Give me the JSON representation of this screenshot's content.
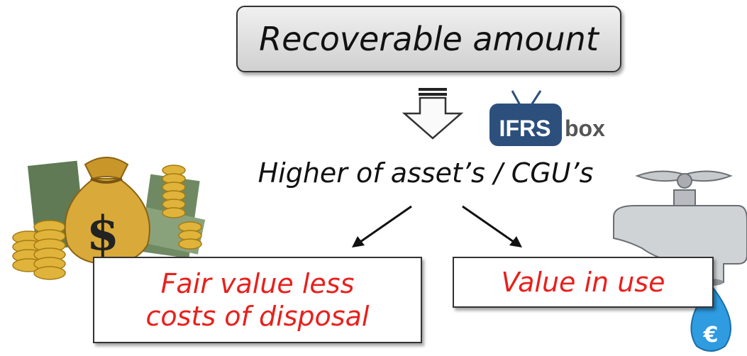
{
  "top_box": {
    "label": "Recoverable amount"
  },
  "middle": {
    "label": "Higher of asset’s / CGU’s"
  },
  "left_box": {
    "line1": "Fair value less",
    "line2": "costs of disposal"
  },
  "right_box": {
    "label": "Value in use"
  },
  "logo": {
    "brand": "IFRS",
    "suffix": "box"
  },
  "colors": {
    "accent_red": "#e8201c",
    "logo_blue": "#2d4f7c",
    "logo_gray": "#555555"
  },
  "icons": [
    "money-bag-icon",
    "coins-icon",
    "faucet-icon",
    "euro-drop-icon",
    "down-arrow-icon"
  ]
}
